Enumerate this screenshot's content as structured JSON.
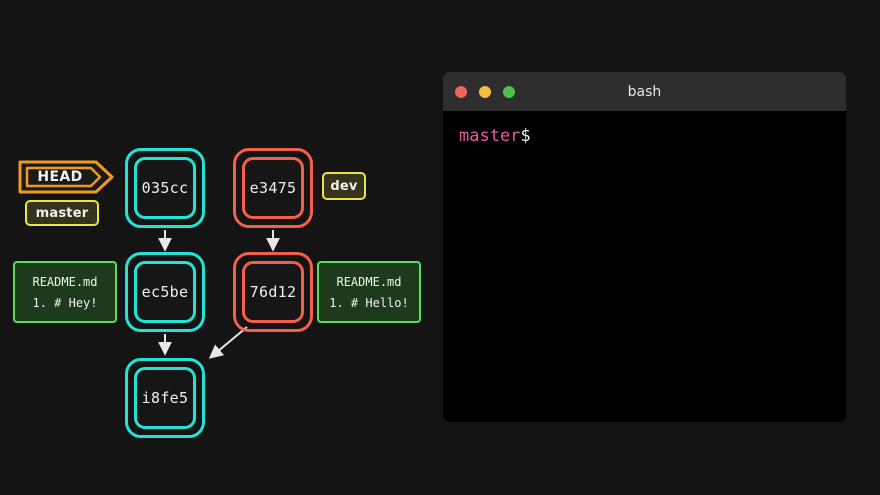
{
  "page": {
    "background": "#141414"
  },
  "diagram": {
    "head": {
      "label": "HEAD",
      "color": "#f09a1e"
    },
    "refs": [
      {
        "name": "master",
        "label": "master",
        "color": "#e9e44b"
      },
      {
        "name": "dev",
        "label": "dev",
        "color": "#e9e44b"
      }
    ],
    "commits": [
      {
        "id": "c1",
        "sha": "035cc",
        "color": "#22e3d6",
        "branch": "master"
      },
      {
        "id": "c2",
        "sha": "e3475",
        "color": "#f2604a",
        "branch": "dev"
      },
      {
        "id": "c3",
        "sha": "ec5be",
        "color": "#22e3d6",
        "branch": "master"
      },
      {
        "id": "c4",
        "sha": "76d12",
        "color": "#f2604a",
        "branch": "dev"
      },
      {
        "id": "c5",
        "sha": "i8fe5",
        "color": "#22e3d6",
        "branch": "master"
      }
    ],
    "edges": [
      {
        "from": "035cc",
        "to": "ec5be"
      },
      {
        "from": "e3475",
        "to": "76d12"
      },
      {
        "from": "ec5be",
        "to": "i8fe5"
      },
      {
        "from": "76d12",
        "to": "i8fe5"
      }
    ],
    "files": [
      {
        "name": "README.md",
        "line": "1. # Hey!",
        "color": "#5ddc5d"
      },
      {
        "name": "README.md",
        "line": "1. # Hello!",
        "color": "#5ddc5d"
      }
    ]
  },
  "terminal": {
    "title": "bash",
    "lights": [
      "close",
      "minimize",
      "maximize"
    ],
    "prompt": {
      "branch": "master",
      "sigil": "$",
      "branch_color": "#e958a0"
    },
    "output": ""
  }
}
